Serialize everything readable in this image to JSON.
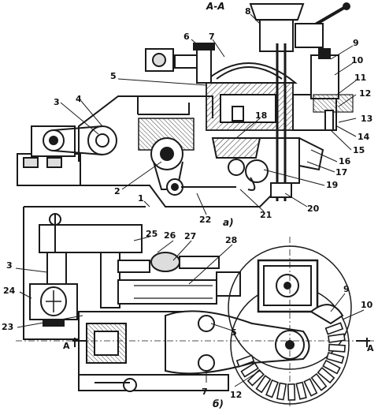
{
  "section_title": "А-А",
  "view_a_label": "а)",
  "view_b_label": "б)",
  "section_marks": [
    "А",
    "А"
  ],
  "callouts_top": [
    "8",
    "6",
    "7",
    "9",
    "10",
    "11",
    "12",
    "5",
    "3",
    "4",
    "13",
    "14",
    "15",
    "18",
    "16",
    "17",
    "19",
    "20",
    "21",
    "22",
    "2",
    "1"
  ],
  "callouts_bottom": [
    "25",
    "26",
    "27",
    "28",
    "3",
    "24",
    "23",
    "5",
    "9",
    "10",
    "7",
    "12"
  ],
  "colors": {
    "ink": "#1a1a1a",
    "paper": "#ffffff",
    "hatch": "#555555"
  }
}
